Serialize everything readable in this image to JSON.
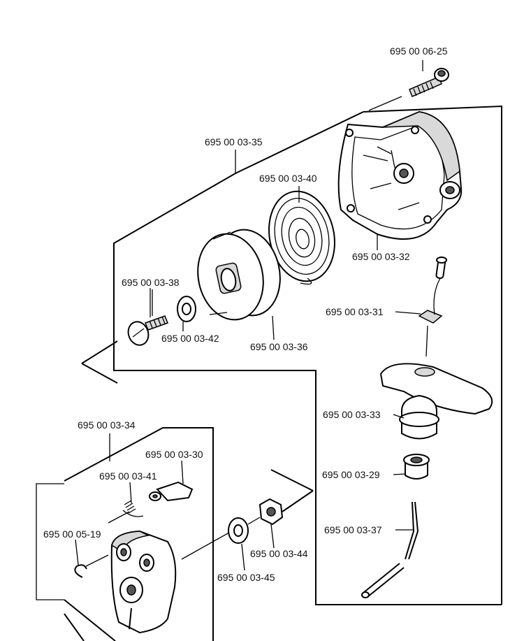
{
  "parts": {
    "p_06_25": "695 00 06-25",
    "p_03_35": "695 00 03-35",
    "p_03_40": "695 00 03-40",
    "p_03_32": "695 00 03-32",
    "p_03_38": "695 00 03-38",
    "p_03_42": "695 00 03-42",
    "p_03_36": "695 00 03-36",
    "p_03_31": "695 00 03-31",
    "p_03_33": "695 00 03-33",
    "p_03_34": "695 00 03-34",
    "p_03_30": "695 00 03-30",
    "p_03_41": "695 00 03-41",
    "p_03_29": "695 00 03-29",
    "p_05_19": "695 00 05-19",
    "p_03_37": "695 00 03-37",
    "p_03_44": "695 00 03-44",
    "p_03_45": "695 00 03-45"
  }
}
